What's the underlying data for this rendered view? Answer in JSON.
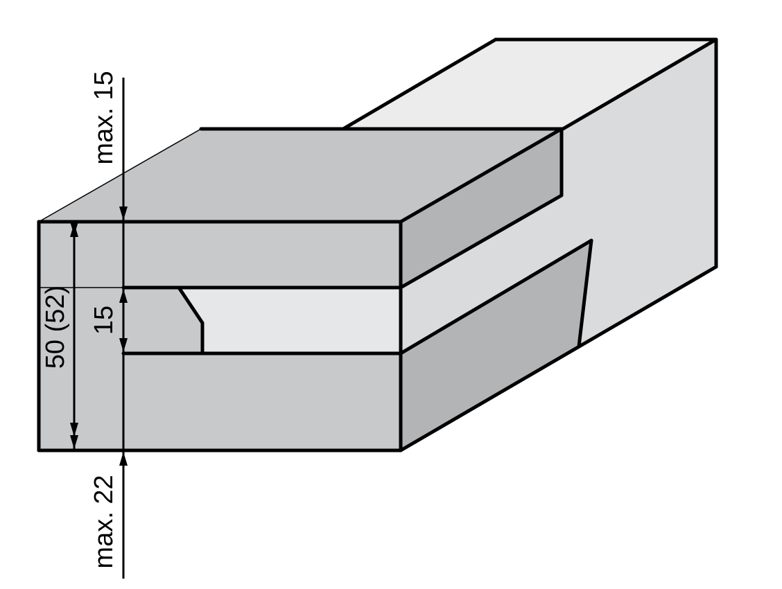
{
  "colors": {
    "front": "#c8c9cb",
    "side": "#b3b4b6",
    "top": "#c4c5c7",
    "back_top": "#ececed",
    "back_side": "#dadbdc",
    "slot_inner": "#e6e7e8",
    "outline": "#000000"
  },
  "labels": {
    "top_dimension": "max. 15",
    "bottom_dimension": "max. 22",
    "overall_height": "50 (52)",
    "groove_height": "15"
  }
}
